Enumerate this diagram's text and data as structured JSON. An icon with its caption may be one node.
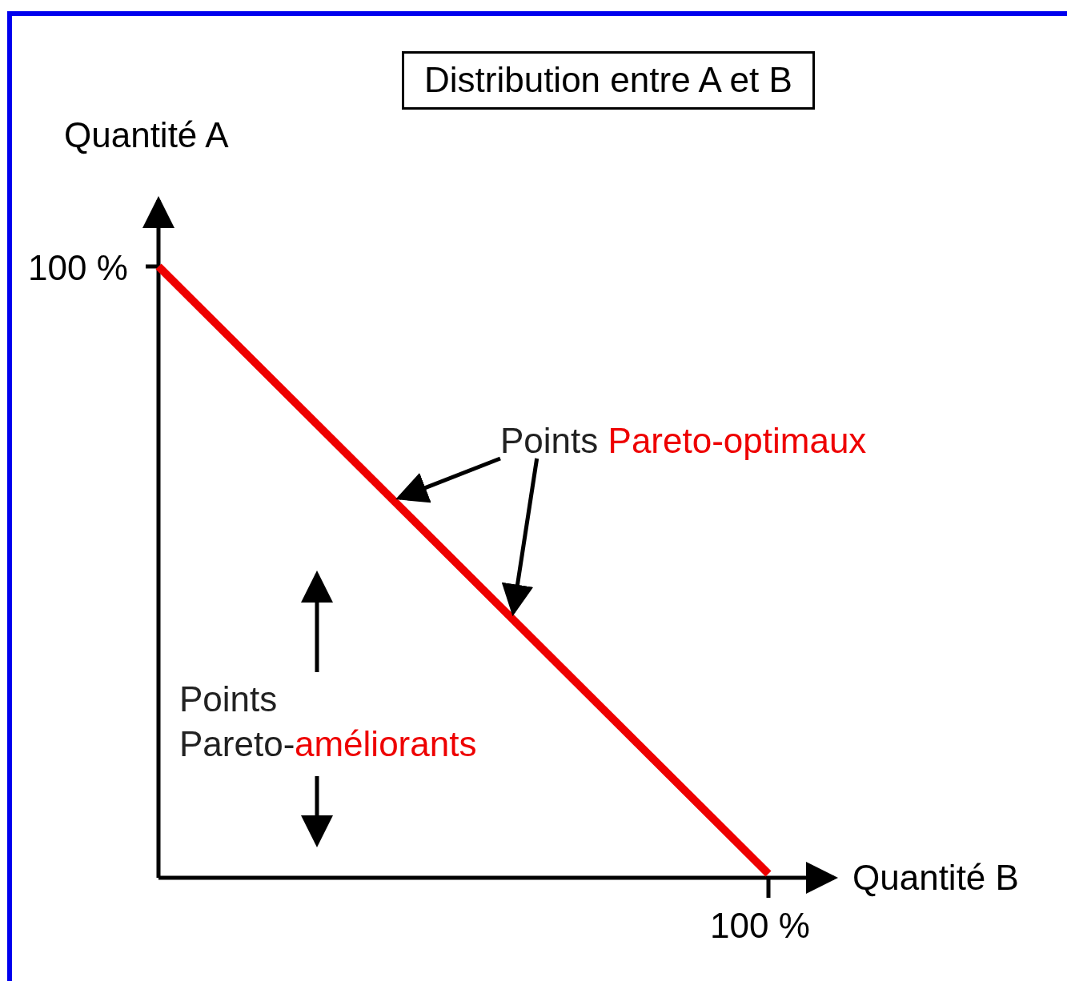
{
  "diagram": {
    "title": "Distribution entre A et B",
    "nodes": [
      {
        "text": [
          "Points",
          "Pareto-optimaux"
        ]
      },
      {
        "text": [],
        "shape": "line"
      }
    ],
    "edges": [
      {
        "from": 0,
        "to": 1,
        "arrow": "to"
      },
      {
        "from": 0,
        "to": 1,
        "arrow": "to"
      }
    ],
    "labels": [
      "Quantité A",
      "100 %",
      "Points",
      "Pareto-",
      "améliorants",
      "Quantité B",
      "100 %"
    ]
  }
}
